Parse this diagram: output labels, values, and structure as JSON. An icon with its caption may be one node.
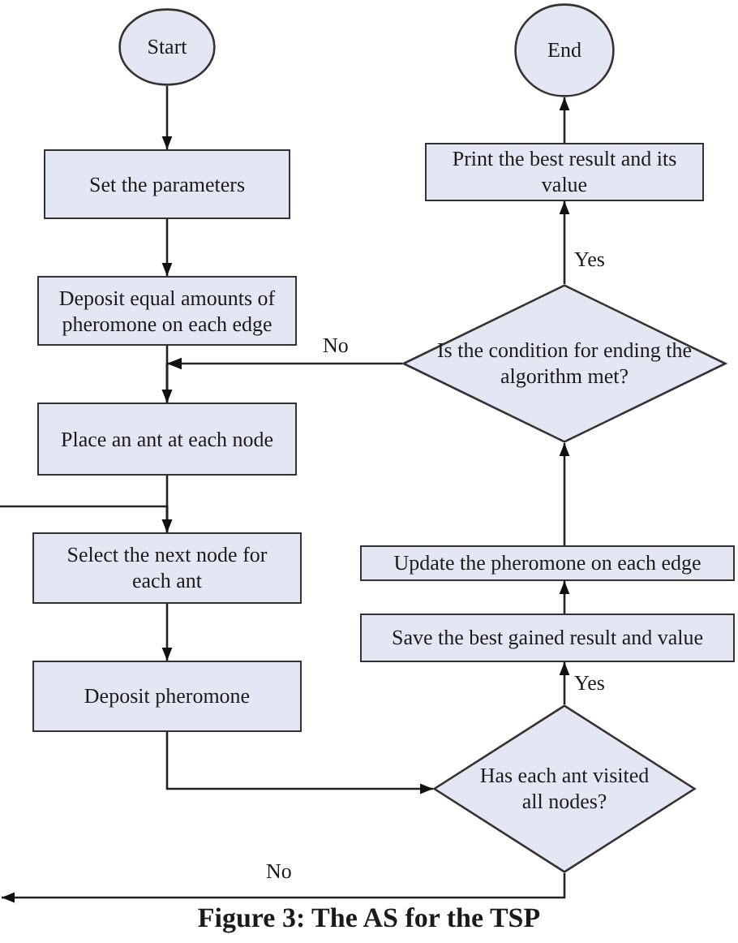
{
  "diagram": {
    "caption": "Figure 3: The AS for the TSP",
    "nodes": [
      {
        "text": [
          "Start"
        ]
      },
      {
        "text": [
          "Set the parameters"
        ]
      },
      {
        "text": [
          "Deposit equal amounts of pheromone on each edge"
        ]
      },
      {
        "text": [
          "Place an ant at each node"
        ]
      },
      {
        "text": [
          "Select the next node for each ant"
        ]
      },
      {
        "text": [
          "Deposit pheromone"
        ]
      },
      {
        "text": [
          "Has each ant visited all nodes?"
        ]
      },
      {
        "text": [
          "Save the best gained result and value"
        ]
      },
      {
        "text": [
          "Update the pheromone on each edge"
        ]
      },
      {
        "text": [
          "Is the condition for ending the algorithm met?"
        ]
      },
      {
        "text": [
          "Print the best result and its value"
        ]
      },
      {
        "text": [
          "End"
        ]
      }
    ],
    "edges": [
      {
        "from": 0,
        "to": 1,
        "arrow": "to"
      },
      {
        "from": 1,
        "to": 2,
        "arrow": "to"
      },
      {
        "from": 2,
        "to": 3,
        "arrow": "to"
      },
      {
        "from": 3,
        "to": 4,
        "arrow": "to"
      },
      {
        "from": 4,
        "to": 5,
        "arrow": "to"
      },
      {
        "from": 5,
        "to": 6,
        "arrow": "to"
      },
      {
        "from": 6,
        "to": 7,
        "arrow": "to",
        "label": "Yes"
      },
      {
        "from": 7,
        "to": 8,
        "arrow": "to"
      },
      {
        "from": 8,
        "to": 9,
        "arrow": "to"
      },
      {
        "from": 9,
        "to": 10,
        "arrow": "to",
        "label": "Yes"
      },
      {
        "from": 10,
        "to": 11,
        "arrow": "to"
      },
      {
        "from": 9,
        "to": 3,
        "arrow": "to",
        "label": "No"
      },
      {
        "from": 6,
        "to": null,
        "arrow": "to",
        "label": "No"
      },
      {
        "from": null,
        "to": 4,
        "arrow": "to"
      }
    ]
  }
}
